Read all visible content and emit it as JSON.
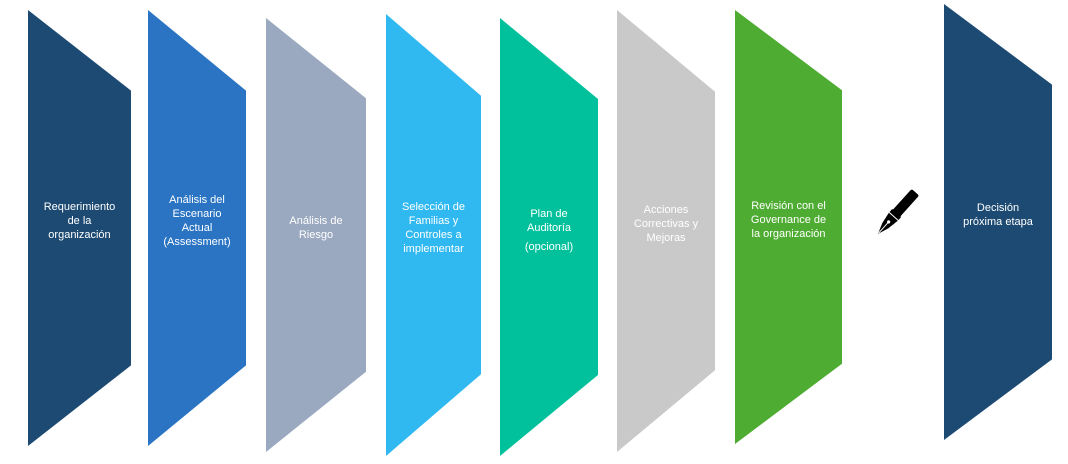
{
  "steps": [
    {
      "lines": [
        "Requerimiento",
        "de la",
        "organización"
      ],
      "color": "#1c4a72"
    },
    {
      "lines": [
        "Análisis del",
        "Escenario",
        "Actual",
        "(Assessment)"
      ],
      "color": "#2a74c3"
    },
    {
      "lines": [
        "Análisis de",
        "Riesgo"
      ],
      "color": "#9aa9c0"
    },
    {
      "lines": [
        "Selección de",
        "Familias y",
        "Controles a",
        "implementar"
      ],
      "color": "#30b8f1"
    },
    {
      "lines": [
        "Plan de",
        "Auditoría",
        "",
        "(opcional)"
      ],
      "color": "#00c19b"
    },
    {
      "lines": [
        "Acciones",
        "Correctivas y",
        "Mejoras"
      ],
      "color": "#c9c9c9"
    },
    {
      "lines": [
        "Revisión con el",
        "Governance de",
        "la organización"
      ],
      "color": "#4fac32"
    },
    {
      "lines": [
        "Decisión",
        "próxima etapa"
      ],
      "color": "#1c4a72"
    }
  ],
  "icon": "fountain-pen-icon"
}
